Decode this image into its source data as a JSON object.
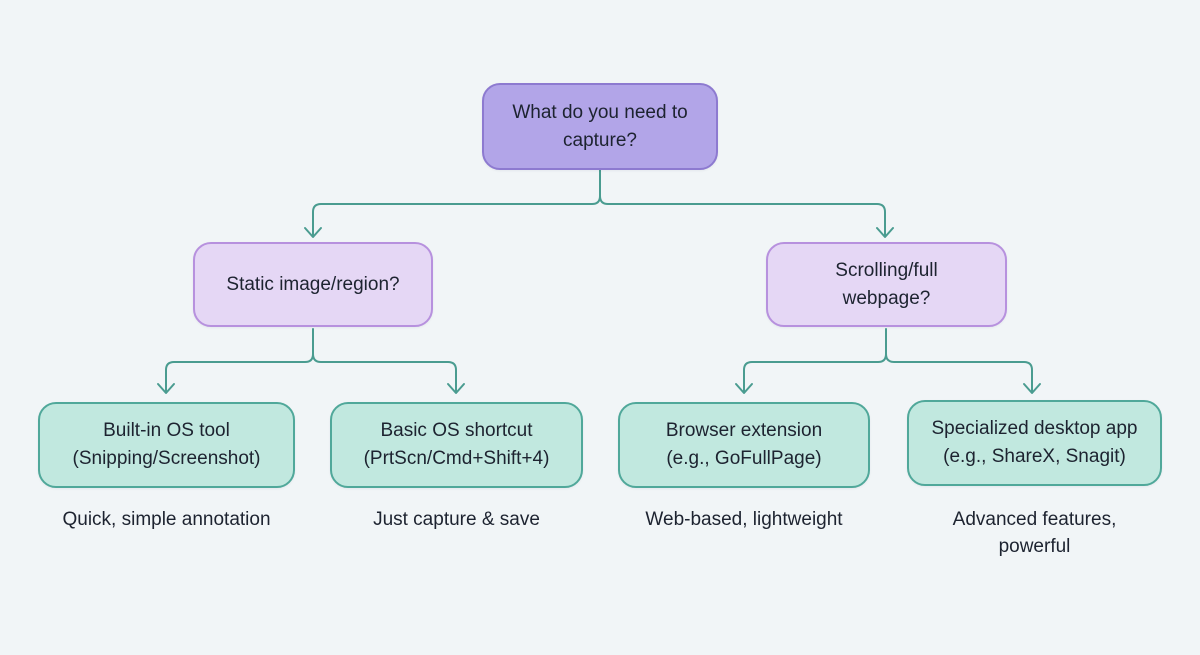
{
  "flowchart": {
    "root": {
      "label": "What do you need to\ncapture?"
    },
    "branches": [
      {
        "label": "Static image/region?"
      },
      {
        "label": "Scrolling/full\nwebpage?"
      }
    ],
    "leaves": [
      {
        "label": "Built-in OS tool\n(Snipping/Screenshot)",
        "caption": "Quick, simple annotation"
      },
      {
        "label": "Basic OS shortcut\n(PrtScn/Cmd+Shift+4)",
        "caption": "Just capture & save"
      },
      {
        "label": "Browser extension\n(e.g., GoFullPage)",
        "caption": "Web-based, lightweight"
      },
      {
        "label": "Specialized desktop app\n(e.g., ShareX, Snagit)",
        "caption": "Advanced features,\npowerful"
      }
    ],
    "colors": {
      "background": "#f1f5f7",
      "root_fill": "#b2a5e8",
      "root_border": "#8d7ad0",
      "branch_fill": "#e5d7f5",
      "branch_border": "#b791de",
      "leaf_fill": "#c1e8df",
      "leaf_border": "#50a89a",
      "connector": "#4a9c90",
      "text": "#1d2330"
    }
  }
}
